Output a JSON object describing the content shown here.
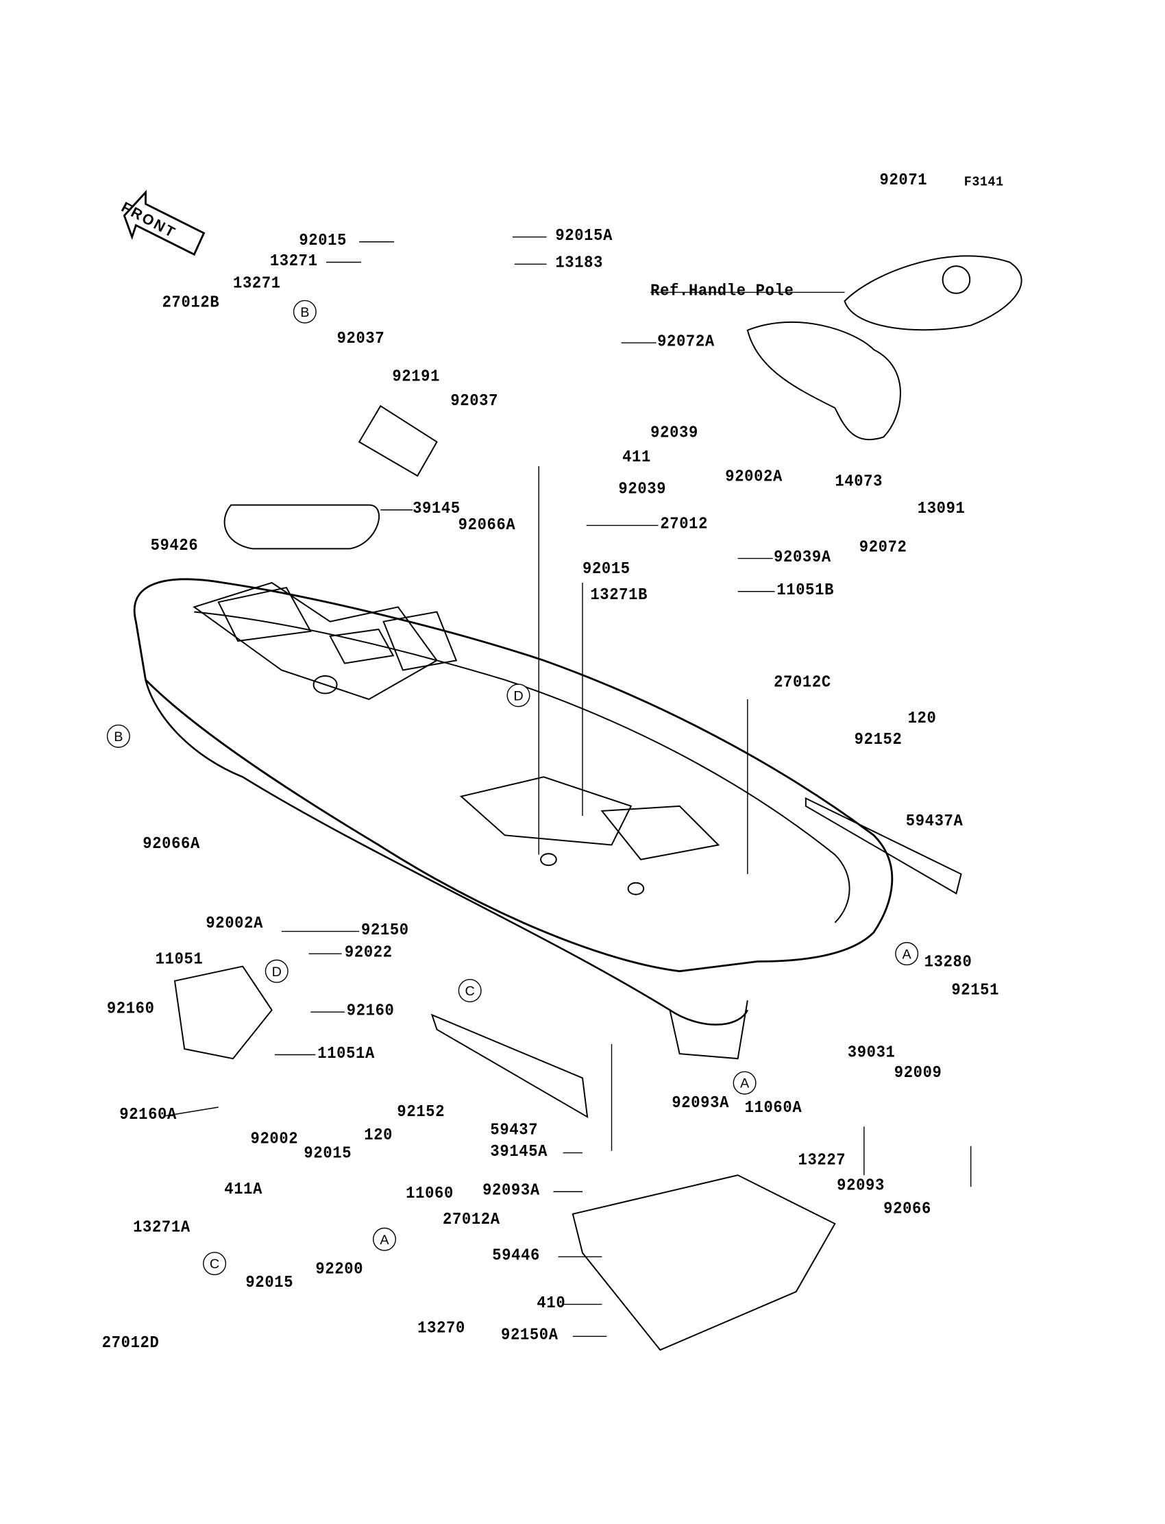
{
  "diagram_code": "F3141",
  "front_label": "FRONT",
  "reference_note": "Ref.Handle Pole",
  "callouts": [
    "92071",
    "92015",
    "92015A",
    "13271",
    "13183",
    "13271",
    "27012B",
    "92072A",
    "92037",
    "92191",
    "92037",
    "92039",
    "411",
    "92002A",
    "14073",
    "92039",
    "39145",
    "13091",
    "92066A",
    "27012",
    "59426",
    "92072",
    "92039A",
    "92015",
    "13271B",
    "11051B",
    "27012C",
    "120",
    "92152",
    "59437A",
    "92066A",
    "92002A",
    "92150",
    "92022",
    "13280",
    "11051",
    "92151",
    "92160",
    "92160",
    "39031",
    "11051A",
    "92009",
    "92093A",
    "11060A",
    "92160A",
    "92152",
    "120",
    "92002",
    "59437",
    "13227",
    "92093",
    "39145A",
    "92015",
    "11060",
    "92093A",
    "27012A",
    "411A",
    "92066",
    "13271A",
    "59446",
    "92200",
    "92015",
    "410",
    "13270",
    "27012D",
    "92150A"
  ],
  "refs": [
    "B",
    "B",
    "D",
    "A",
    "D",
    "C",
    "A",
    "A",
    "C"
  ]
}
